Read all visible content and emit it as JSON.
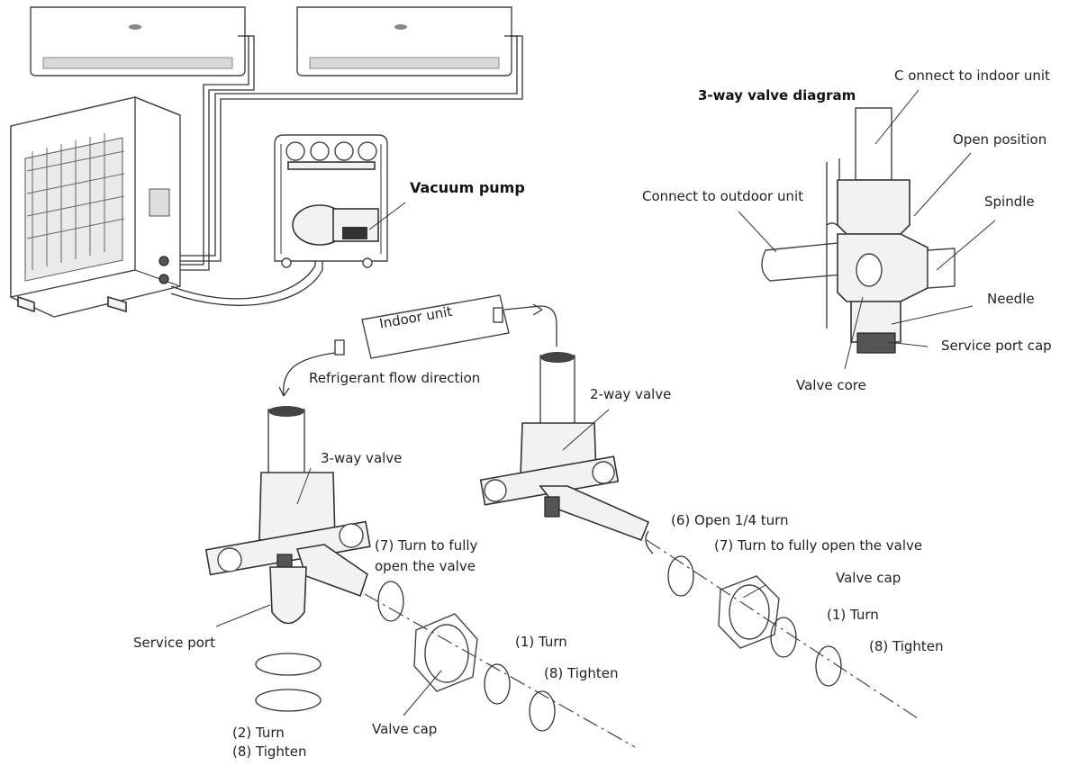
{
  "labels": {
    "vacuum_pump": "Vacuum pump",
    "diagram_title": "3-way valve diagram",
    "connect_indoor": "C onnect to indoor unit",
    "open_position": "Open position",
    "connect_outdoor": "Connect to outdoor unit",
    "spindle": "Spindle",
    "needle": "Needle",
    "service_port_cap": "Service port cap",
    "valve_core": "Valve core",
    "indoor_unit": "Indoor unit",
    "refrigerant_flow": "Refrigerant flow direction",
    "two_way_valve": "2-way valve",
    "three_way_valve": "3-way valve",
    "open_quarter": "(6) Open 1/4 turn",
    "turn_fully_open_right": "(7) Turn to fully open the valve",
    "turn_fully_open_left_1": "(7) Turn to fully",
    "turn_fully_open_left_2": "open the valve",
    "valve_cap_right": "Valve cap",
    "turn_1_right": "(1) Turn",
    "tighten_8_right": "(8) Tighten",
    "service_port": "Service port",
    "turn_1_left": "(1) Turn",
    "tighten_8_left": "(8) Tighten",
    "turn_2": "(2) Turn",
    "tighten_8_bottom": "(8) Tighten",
    "valve_cap_left": "Valve cap"
  }
}
